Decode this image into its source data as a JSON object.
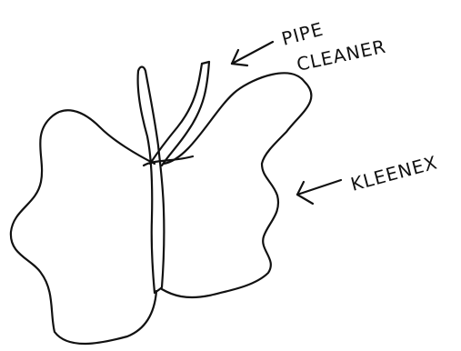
{
  "diagram": {
    "labels": {
      "pipe_cleaner_line1": "PIPE",
      "pipe_cleaner_line2": "CLEANER",
      "kleenex": "KLEENEX"
    },
    "colors": {
      "ink": "#111111",
      "paper": "#ffffff"
    }
  }
}
